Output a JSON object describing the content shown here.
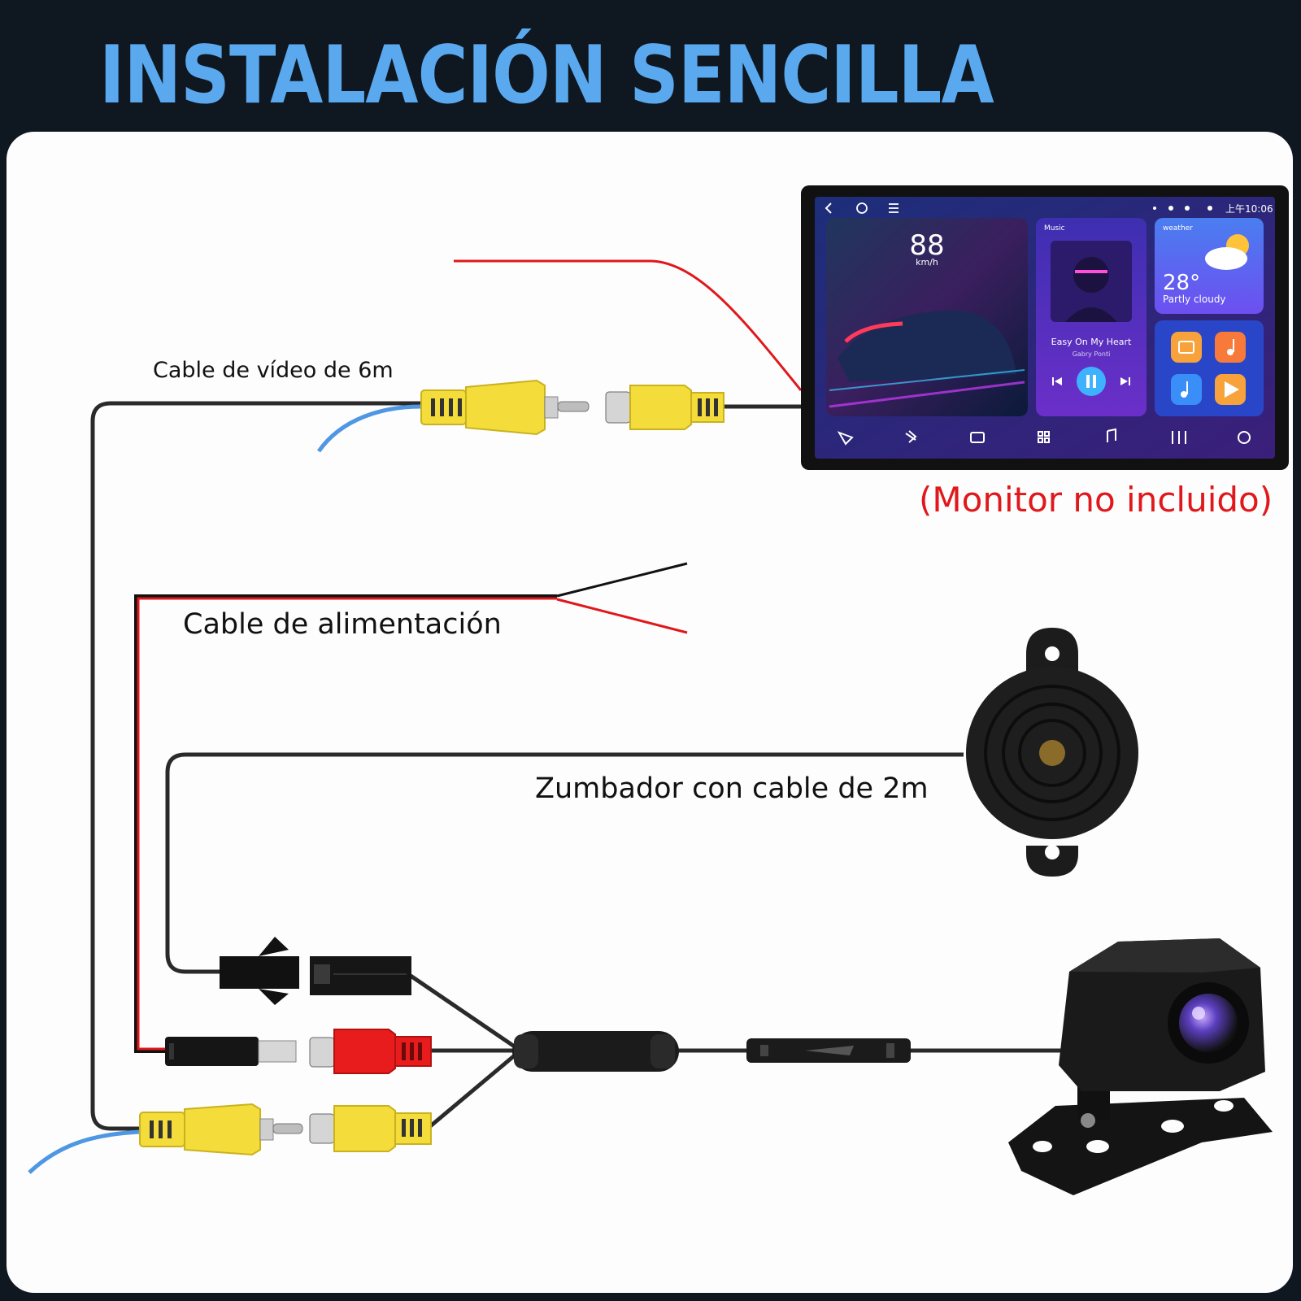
{
  "title": "INSTALACIÓN SENCILLA",
  "labels": {
    "video_cable": "Cable de vídeo de 6m",
    "power_cable": "Cable de alimentación",
    "buzzer": "Zumbador con cable de 2m",
    "monitor_note": "(Monitor no incluido)"
  },
  "monitor": {
    "status_time": "上午10:06",
    "speed": "88",
    "speed_unit": "km/h",
    "music_title": "Music",
    "song": "Easy On My Heart",
    "artist": "Gabry Ponti",
    "weather_title": "weather",
    "temperature": "28°",
    "condition": "Partly cloudy"
  },
  "colors": {
    "title": "#5aa9ef",
    "rca_yellow": "#f4dc3a",
    "rca_red": "#e81c1c",
    "wire_red": "#e0181b",
    "wire_blue": "#4f97e3",
    "note_red": "#e0181b"
  }
}
